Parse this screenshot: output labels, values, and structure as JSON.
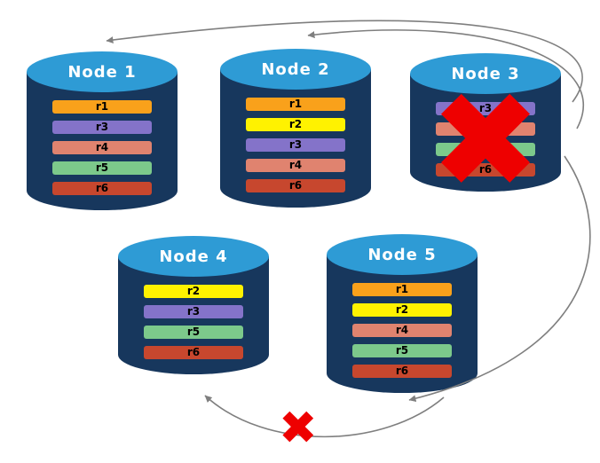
{
  "diagram": {
    "type": "database-replication-failover",
    "nodes": [
      {
        "id": "node-1",
        "label": "Node 1",
        "replicas": [
          "r1",
          "r3",
          "r4",
          "r5",
          "r6"
        ],
        "failed": false
      },
      {
        "id": "node-2",
        "label": "Node 2",
        "replicas": [
          "r1",
          "r2",
          "r3",
          "r4",
          "r6"
        ],
        "failed": false
      },
      {
        "id": "node-3",
        "label": "Node 3",
        "replicas": [
          "r3",
          "r4",
          "r5",
          "r6"
        ],
        "failed": true
      },
      {
        "id": "node-4",
        "label": "Node 4",
        "replicas": [
          "r2",
          "r3",
          "r5",
          "r6"
        ],
        "failed": false
      },
      {
        "id": "node-5",
        "label": "Node 5",
        "replicas": [
          "r1",
          "r2",
          "r4",
          "r5",
          "r6"
        ],
        "failed": false
      }
    ],
    "replica_colors": {
      "r1": "#F9A11B",
      "r2": "#FFF200",
      "r3": "#8473C9",
      "r4": "#E0836F",
      "r5": "#7CC98B",
      "r6": "#C7472E"
    },
    "colors": {
      "cylinder_top": "#2E9BD5",
      "cylinder_body": "#17375D",
      "arrow": "#7F7F7F",
      "failure": "#EE0000"
    },
    "failure_mark": "✖"
  }
}
